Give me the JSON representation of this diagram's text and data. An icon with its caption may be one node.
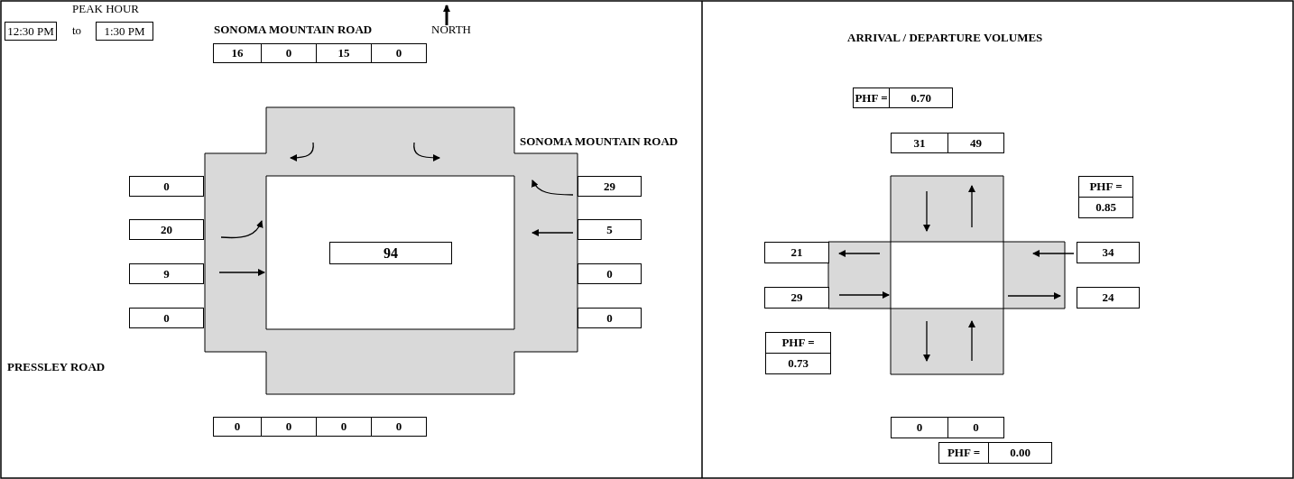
{
  "diagram": {
    "labels": [
      "PEAK HOUR",
      "12:30 PM",
      "to",
      "1:30 PM",
      "SONOMA MOUNTAIN ROAD",
      "NORTH",
      "ARRIVAL / DEPARTURE VOLUMES",
      "16",
      "0",
      "15",
      "0",
      "PHF =",
      "0.70",
      "SONOMA MOUNTAIN ROAD",
      "31",
      "49",
      "0",
      "29",
      "PHF =",
      "0.85",
      "20",
      "5",
      "94",
      "21",
      "34",
      "9",
      "0",
      "29",
      "24",
      "0",
      "0",
      "PHF =",
      "0.73",
      "PRESSLEY ROAD",
      "0",
      "0",
      "0",
      "0",
      "0",
      "0",
      "PHF =",
      "0.00"
    ]
  }
}
